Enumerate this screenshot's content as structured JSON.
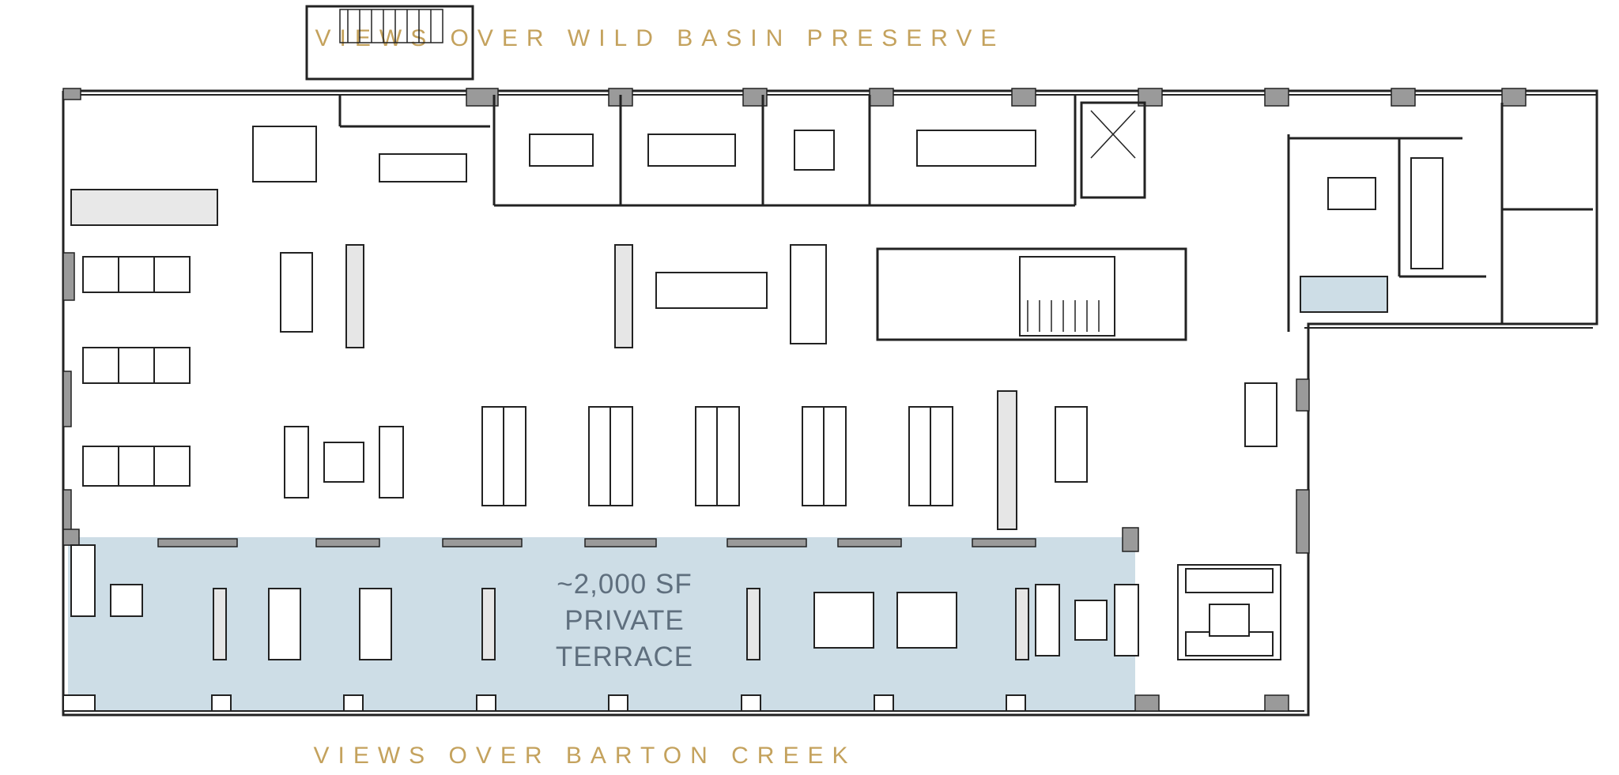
{
  "labels": {
    "top_view": "VIEWS OVER WILD BASIN PRESERVE",
    "bottom_view": "VIEWS OVER BARTON CREEK",
    "terrace_line1": "~2,000 SF",
    "terrace_line2": "PRIVATE",
    "terrace_line3": "TERRACE"
  },
  "colors": {
    "label_gold": "#c4a25d",
    "terrace_fill": "#cddde6",
    "wall_gray": "#9a9a9a",
    "line_dark": "#222222",
    "terrace_text": "#5f6f7e"
  }
}
